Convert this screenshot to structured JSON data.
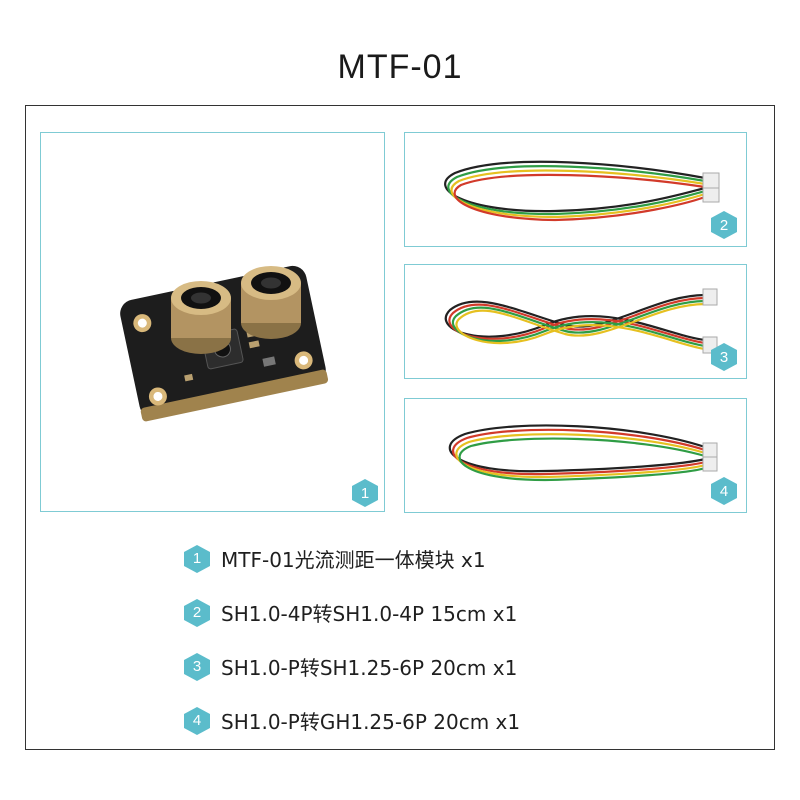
{
  "title": "MTF-01",
  "colors": {
    "accent": "#5bbccb",
    "panel_border": "#7fcbd4",
    "frame_border": "#333333"
  },
  "panels": [
    {
      "number": "1",
      "content": "module-photo"
    },
    {
      "number": "2",
      "content": "cable-photo"
    },
    {
      "number": "3",
      "content": "cable-photo"
    },
    {
      "number": "4",
      "content": "cable-photo"
    }
  ],
  "items": [
    {
      "number": "1",
      "text": "MTF-01光流测距一体模块 x1"
    },
    {
      "number": "2",
      "text": "SH1.0-4P转SH1.0-4P 15cm x1"
    },
    {
      "number": "3",
      "text": "SH1.0-P转SH1.25-6P 20cm x1"
    },
    {
      "number": "4",
      "text": "SH1.0-P转GH1.25-6P 20cm x1"
    }
  ]
}
